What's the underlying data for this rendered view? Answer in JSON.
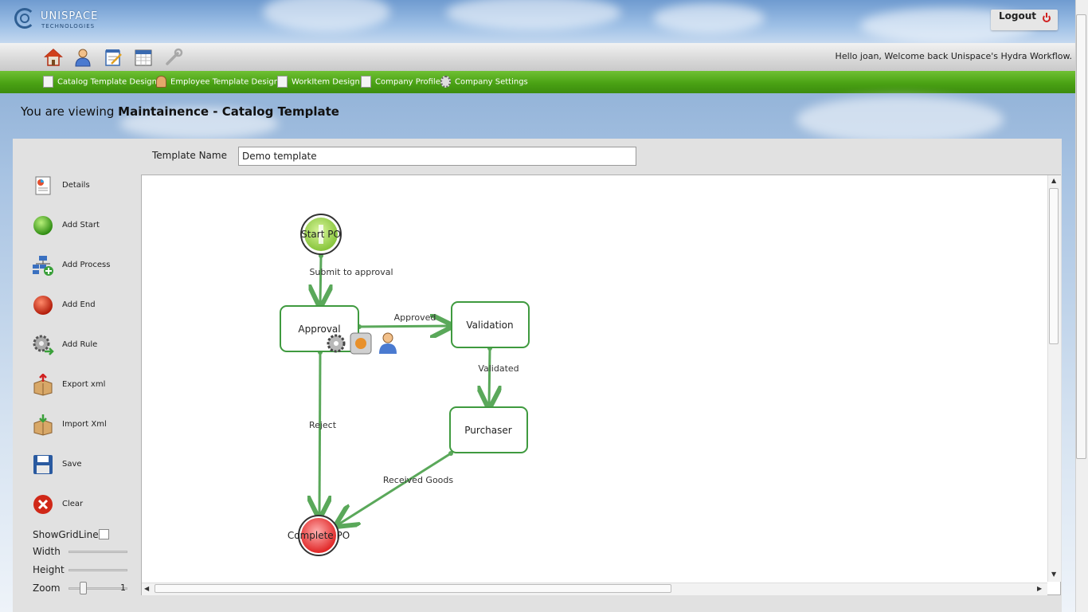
{
  "header": {
    "logo_name": "UNISPACE",
    "logo_sub": "TECHNOLOGIES",
    "logout_label": "Logout"
  },
  "toolbar": {
    "icons": [
      "home-icon",
      "user-icon",
      "notepad-icon",
      "calendar-icon",
      "wrench-icon"
    ],
    "greeting": "Hello joan, Welcome back Unispace's Hydra Workflow."
  },
  "nav": {
    "items": [
      {
        "label": "Catalog Template Design",
        "icon": "document-icon"
      },
      {
        "label": "Employee Template Design",
        "icon": "person-icon"
      },
      {
        "label": "WorkItem Design",
        "icon": "notepad-icon"
      },
      {
        "label": "Company Profile",
        "icon": "page-icon"
      },
      {
        "label": "Company Settings",
        "icon": "gear-icon"
      }
    ]
  },
  "page": {
    "viewing_prefix": "You are viewing",
    "viewing_title": "Maintainence - Catalog Template"
  },
  "template": {
    "name_label": "Template Name",
    "name_value": "Demo template"
  },
  "sidebar": {
    "items": [
      {
        "label": "Details",
        "icon": "details-icon"
      },
      {
        "label": "Add Start",
        "icon": "green-circle-icon"
      },
      {
        "label": "Add Process",
        "icon": "process-icon"
      },
      {
        "label": "Add End",
        "icon": "red-circle-icon"
      },
      {
        "label": "Add Rule",
        "icon": "gear-rule-icon"
      },
      {
        "label": "Export xml",
        "icon": "box-export-icon"
      },
      {
        "label": "Import Xml",
        "icon": "box-import-icon"
      },
      {
        "label": "Save",
        "icon": "floppy-icon"
      },
      {
        "label": "Clear",
        "icon": "clear-icon"
      }
    ],
    "show_grid_label": "ShowGridLines",
    "show_grid_checked": false,
    "width_label": "Width",
    "height_label": "Height",
    "zoom_label": "Zoom",
    "zoom_value": "1"
  },
  "workflow": {
    "nodes": {
      "start": "Start PO",
      "approval": "Approval",
      "validation": "Validation",
      "purchaser": "Purchaser",
      "end": "Complete PO"
    },
    "edges": {
      "submit": "Submit to approval",
      "approved": "Approved",
      "validated": "Validated",
      "reject": "Reject",
      "received": "Received Goods"
    }
  },
  "colors": {
    "nav_green": "#4aa214",
    "edge_green": "#5aa85a",
    "node_border": "#3f9a3f",
    "start_fill": "#9bd34a",
    "end_fill": "#e04040"
  }
}
